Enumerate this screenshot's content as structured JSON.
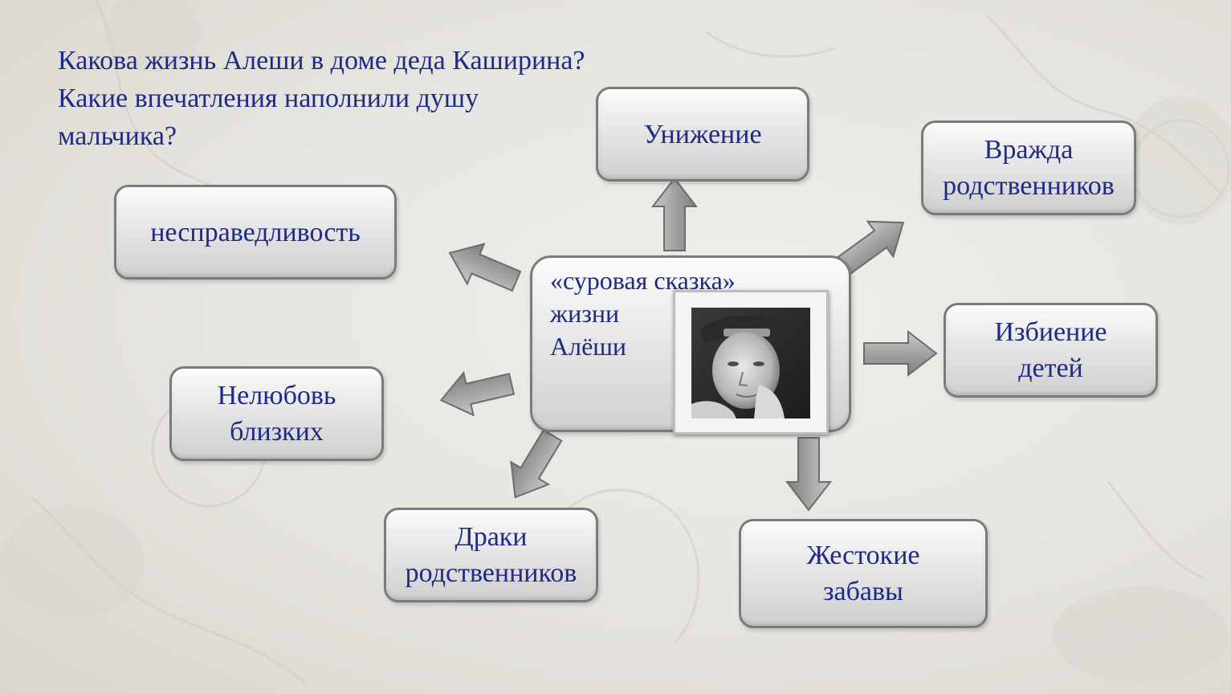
{
  "question": {
    "line1": "Какова жизнь Алеши в доме деда Каширина?",
    "line2": "Какие впечатления наполнили душу",
    "line3": "мальчика?"
  },
  "center": {
    "line1": "«суровая сказка»",
    "line2": "жизни",
    "line3": "Алёши",
    "photo_icon": "boy-portrait-photo"
  },
  "nodes": {
    "humiliation": "Унижение",
    "enmity_l1": "Вражда",
    "enmity_l2": "родственников",
    "injustice": "несправедливость",
    "beating_l1": "Избиение",
    "beating_l2": "детей",
    "dislike_l1": "Нелюбовь",
    "dislike_l2": "близких",
    "fights_l1": "Драки",
    "fights_l2": "родственников",
    "cruel_l1": "Жестокие",
    "cruel_l2": "забавы"
  },
  "colors": {
    "text": "#1f2a86",
    "box_border": "#7a7a7a",
    "arrow_fill": "#9a9a9a"
  }
}
